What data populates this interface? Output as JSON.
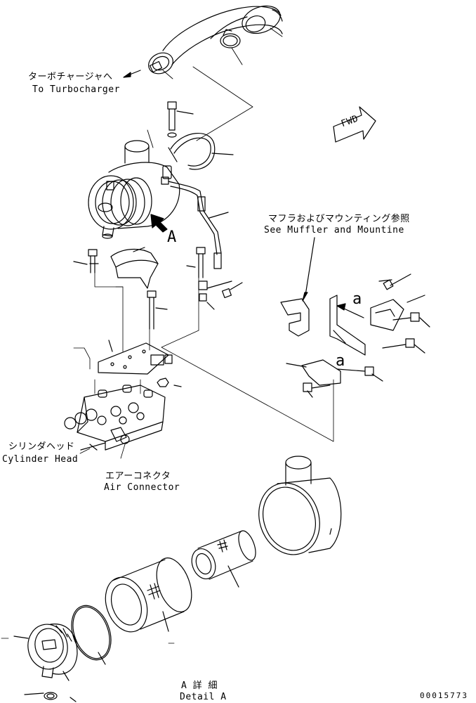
{
  "labels": {
    "turbo_jp": "ターボチャージャへ",
    "turbo_en": "To Turbocharger",
    "muffler_jp": "マフラおよびマウンティング参照",
    "muffler_en": "See Muffler and Mountine",
    "cyl_jp": "シリンダヘッド",
    "cyl_en": "Cylinder Head",
    "airconn_jp": "エアーコネクタ",
    "airconn_en": "Air Connector",
    "detail_jp": "A 詳 細",
    "detail_en": "Detail A",
    "callout_A": "A",
    "callout_a1": "a",
    "callout_a2": "a",
    "fwd": "FWD",
    "drawing_no": "00015773"
  },
  "colors": {
    "line": "#000000",
    "background": "#ffffff"
  }
}
